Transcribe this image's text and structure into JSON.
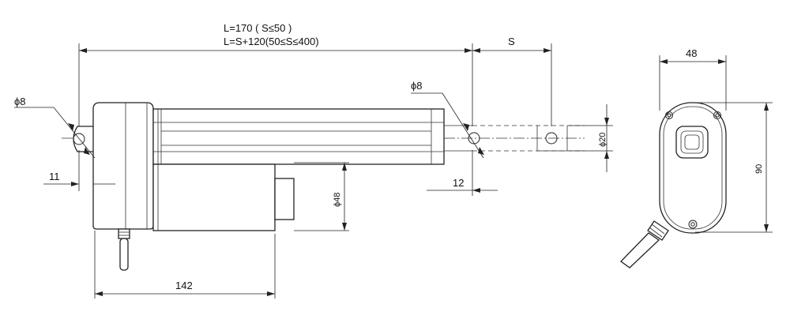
{
  "dimensions": {
    "length_short": "L=170 ( S≤50 )",
    "length_long": "L=S+120(50≤S≤400)",
    "stroke": "S",
    "rear_hole": "ϕ8",
    "front_hole": "ϕ8",
    "rear_offset": "11",
    "front_offset": "12",
    "rod_diameter": "ϕ20",
    "motor_diameter": "ϕ48",
    "base_length": "142",
    "width": "48",
    "height": "90"
  }
}
